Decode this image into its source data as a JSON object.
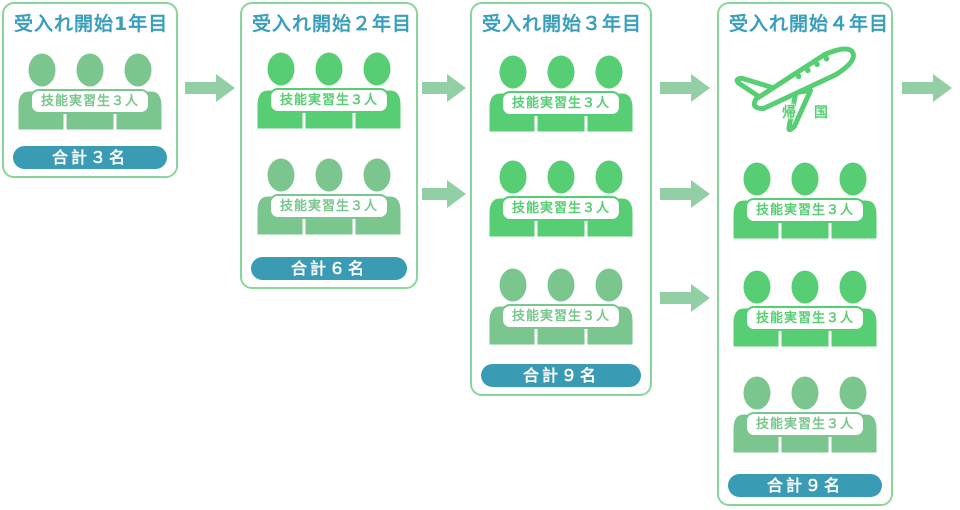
{
  "columns": [
    {
      "title": "受入れ開始1年目",
      "groups": [
        {
          "label": "技能実習生３人",
          "tone": "muted"
        }
      ],
      "total": "合計３名"
    },
    {
      "title": "受入れ開始２年目",
      "groups": [
        {
          "label": "技能実習生３人",
          "tone": "bright"
        },
        {
          "label": "技能実習生３人",
          "tone": "muted"
        }
      ],
      "total": "合計６名"
    },
    {
      "title": "受入れ開始３年目",
      "groups": [
        {
          "label": "技能実習生３人",
          "tone": "bright"
        },
        {
          "label": "技能実習生３人",
          "tone": "bright"
        },
        {
          "label": "技能実習生３人",
          "tone": "muted"
        }
      ],
      "total": "合計９名"
    },
    {
      "title": "受入れ開始４年目",
      "departure": {
        "icon": "airplane-icon",
        "label": "帰国"
      },
      "groups": [
        {
          "label": "技能実習生３人",
          "tone": "bright"
        },
        {
          "label": "技能実習生３人",
          "tone": "bright"
        },
        {
          "label": "技能実習生３人",
          "tone": "muted"
        }
      ],
      "total": "合計９名"
    }
  ],
  "colors": {
    "bright_green": "#57ce73",
    "muted_green": "#7ac68e",
    "arrow_green": "#92cfa4",
    "panel_border_green": "#89d69d",
    "title_teal": "#3a9fbc",
    "badge_teal": "#3a9bb5",
    "pill_background": "#ffffff"
  },
  "icons": {
    "trainee_group": "people-group-icon",
    "departure": "airplane-icon",
    "flow": "right-arrow-icon"
  }
}
